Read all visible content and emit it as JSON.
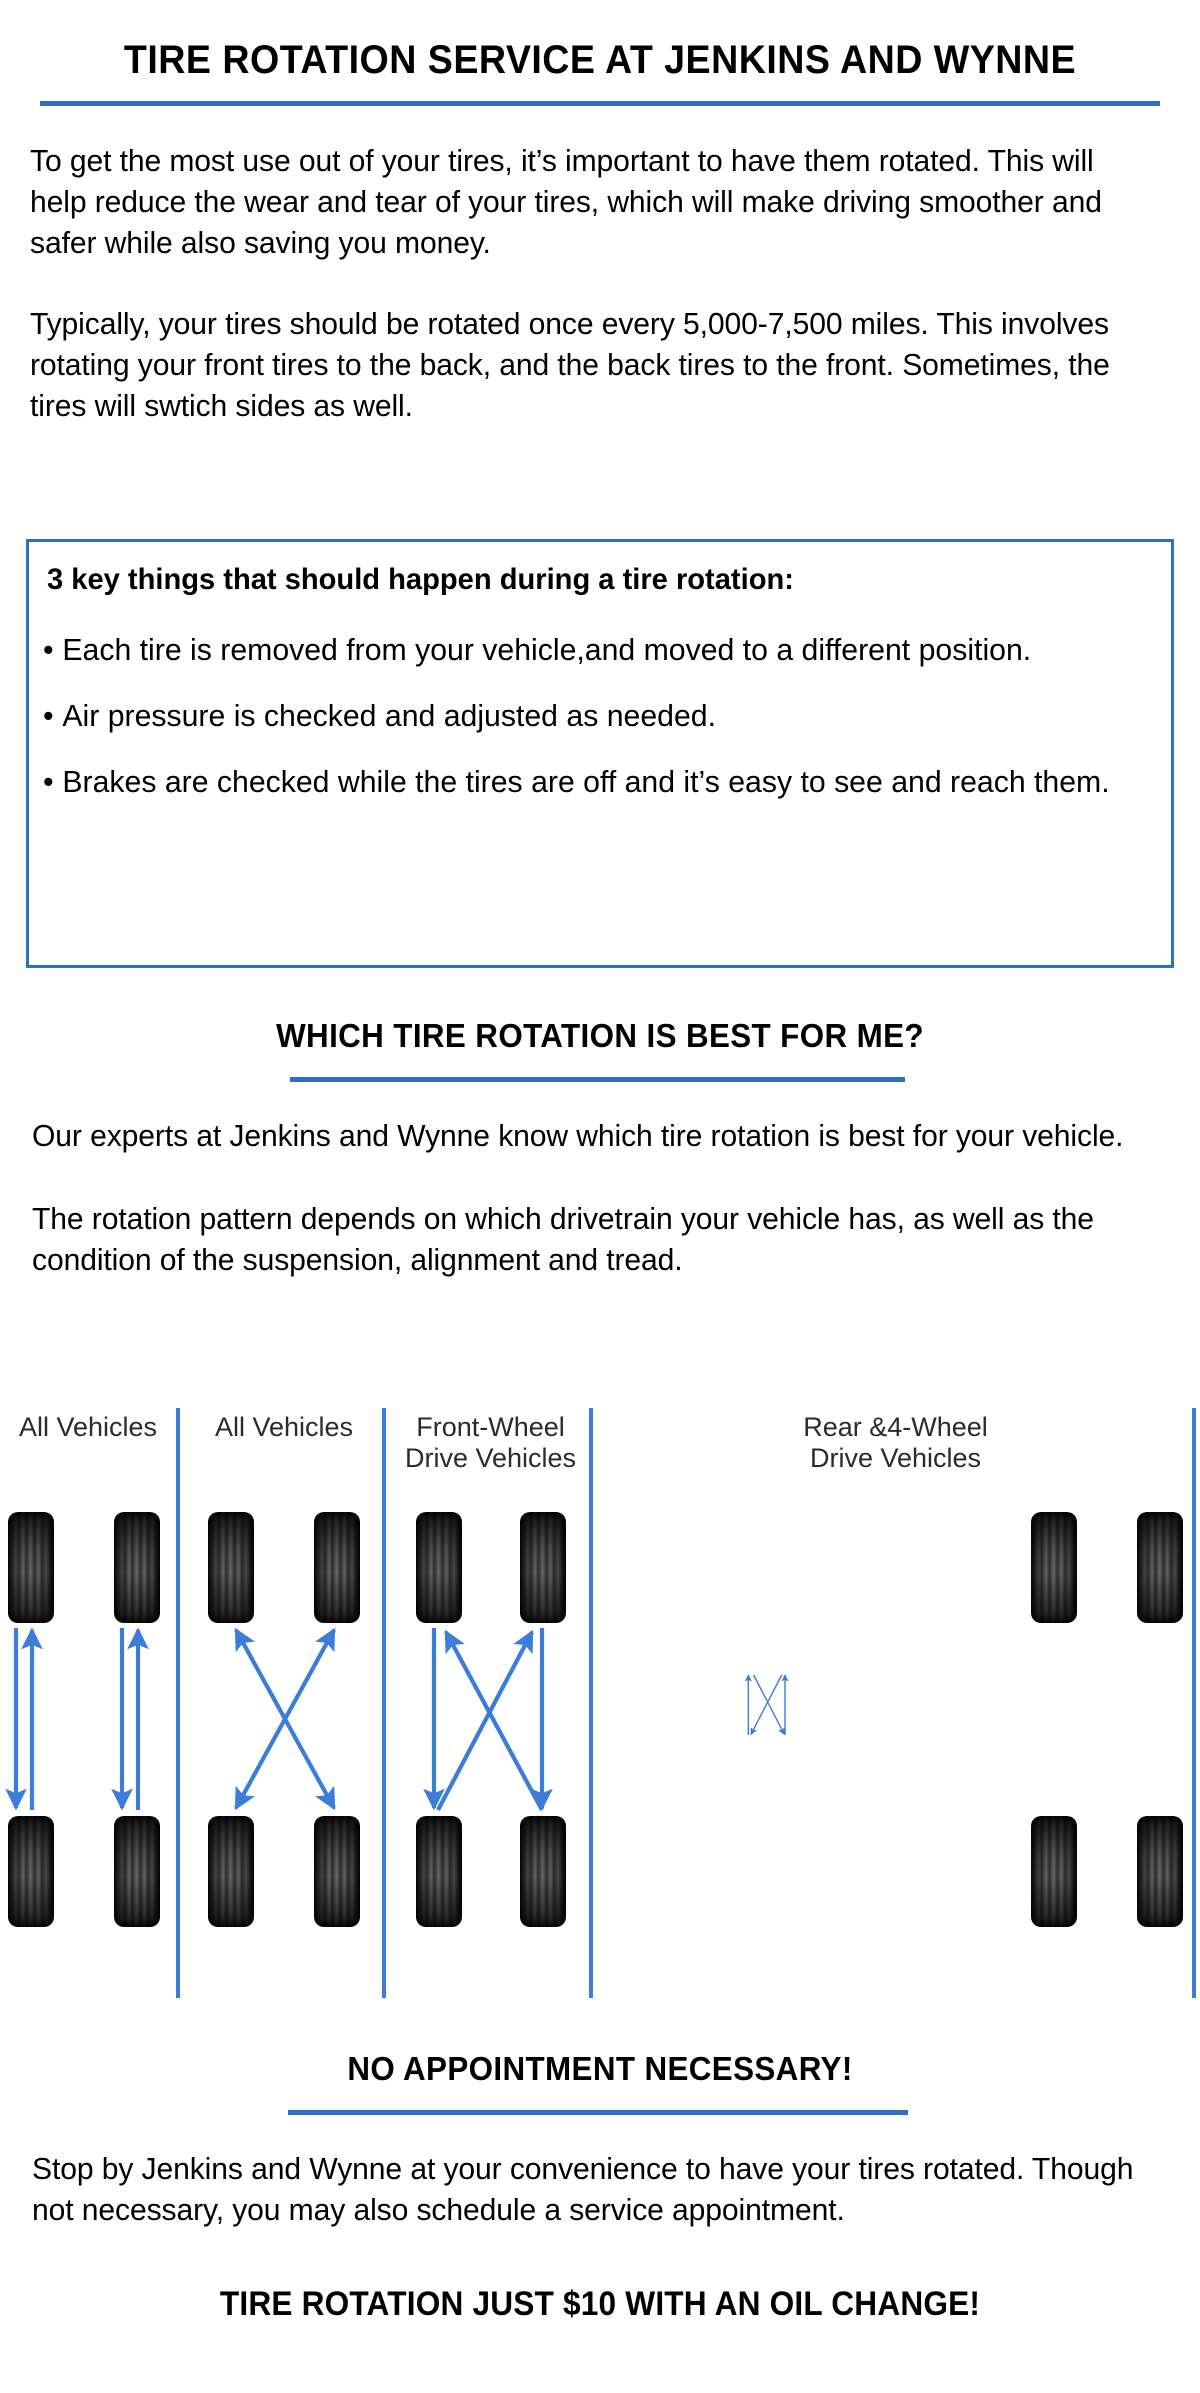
{
  "document": {
    "title": "TIRE ROTATION SERVICE AT JENKINS AND WYNNE",
    "accent_color": "#2E6FC4",
    "divider_color": "#3B7DD8",
    "arrow_color": "#3B7DD8",
    "background_color": "#FFFFFF",
    "text_color": "#000000"
  },
  "intro": {
    "paragraph_1": "To get the most use out of your tires, it’s important to have them rotated. This will help reduce the wear and tear of your tires, which will make driving smoother and safer while also saving you money.",
    "paragraph_2": "Typically, your tires should be rotated once every 5,000-7,500 miles. This involves rotating your front tires to the back, and the back tires to the front. Sometimes, the tires will swtich sides as well."
  },
  "key_box": {
    "heading": " 3 key things that should happen during a tire rotation:",
    "items": [
      "Each tire is removed from your vehicle,and moved to a different position.",
      "Air pressure is checked and adjusted as needed.",
      "Brakes are checked while the tires are off and it’s easy to see and reach them."
    ]
  },
  "which_section": {
    "title": "WHICH TIRE ROTATION IS BEST FOR ME?",
    "paragraph_1": "Our experts at Jenkins and Wynne know which tire rotation is best for your vehicle.",
    "paragraph_2": "The rotation pattern depends on which drivetrain your vehicle has, as well as the condition of the suspension, alignment and tread."
  },
  "diagram": {
    "panels": [
      {
        "label": "All Vehicles",
        "pattern": "front-to-rear-straight-both-sides"
      },
      {
        "label": "All Vehicles",
        "pattern": "x-cross-both-diagonals"
      },
      {
        "label": "Front-Wheel\nDrive Vehicles",
        "pattern": "front-straight-back-rear-cross-forward"
      },
      {
        "label": "Rear &4-Wheel\nDrive Vehicles",
        "pattern": "rear-straight-forward-front-cross-back"
      }
    ]
  },
  "footer": {
    "cta_title": "NO APPOINTMENT NECESSARY!",
    "paragraph": "Stop by Jenkins and Wynne at your convenience to have your tires rotated. Though not necessary, you may also schedule a service appointment.",
    "price_line": "TIRE ROTATION JUST $10 WITH AN OIL CHANGE!"
  }
}
